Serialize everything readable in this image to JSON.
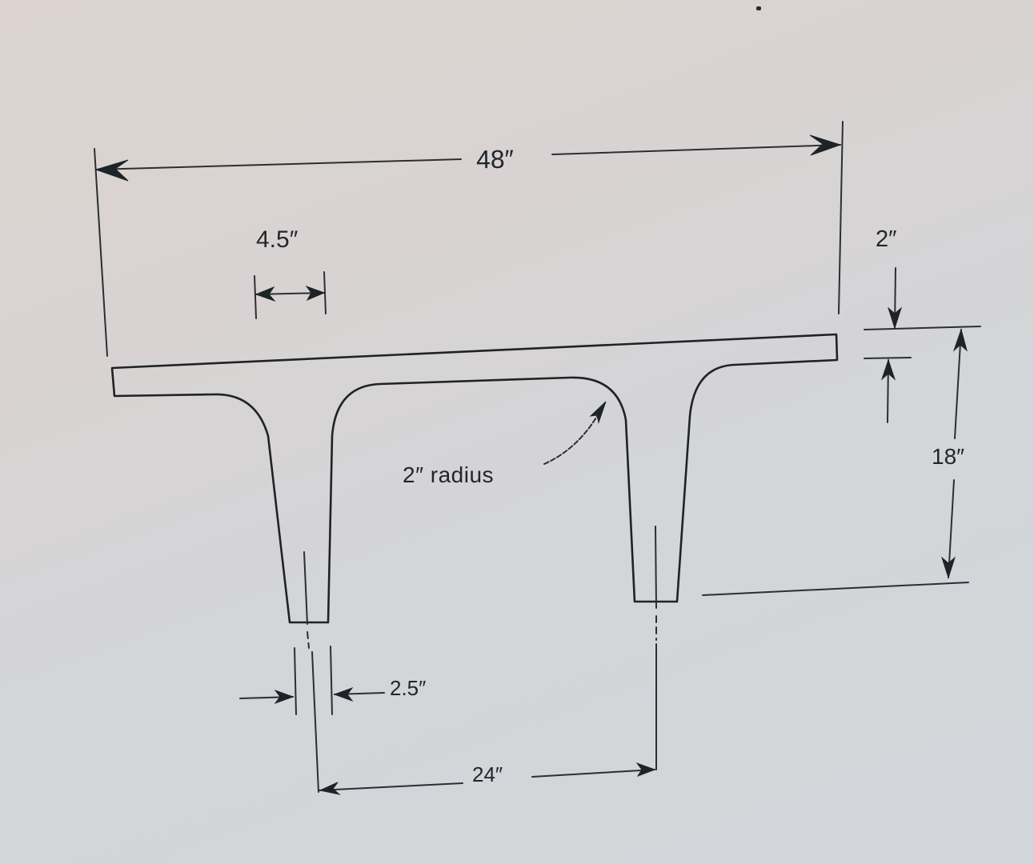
{
  "figure": {
    "subject": "Double-tee beam cross-section",
    "colors": {
      "background": "#d6d5d6",
      "ink": "#1e2328"
    }
  },
  "dimensions": {
    "flange_width": {
      "label": "48″",
      "value": 48,
      "unit": "in"
    },
    "web_top_width": {
      "label": "4.5″",
      "value": 4.5,
      "unit": "in"
    },
    "flange_thickness": {
      "label": "2″",
      "value": 2,
      "unit": "in"
    },
    "total_depth": {
      "label": "18″",
      "value": 18,
      "unit": "in"
    },
    "fillet_radius": {
      "label": "2″ radius",
      "value": 2,
      "unit": "in"
    },
    "web_bottom_width": {
      "label": "2.5″",
      "value": 2.5,
      "unit": "in"
    },
    "web_spacing": {
      "label": "24″",
      "value": 24,
      "unit": "in"
    }
  }
}
